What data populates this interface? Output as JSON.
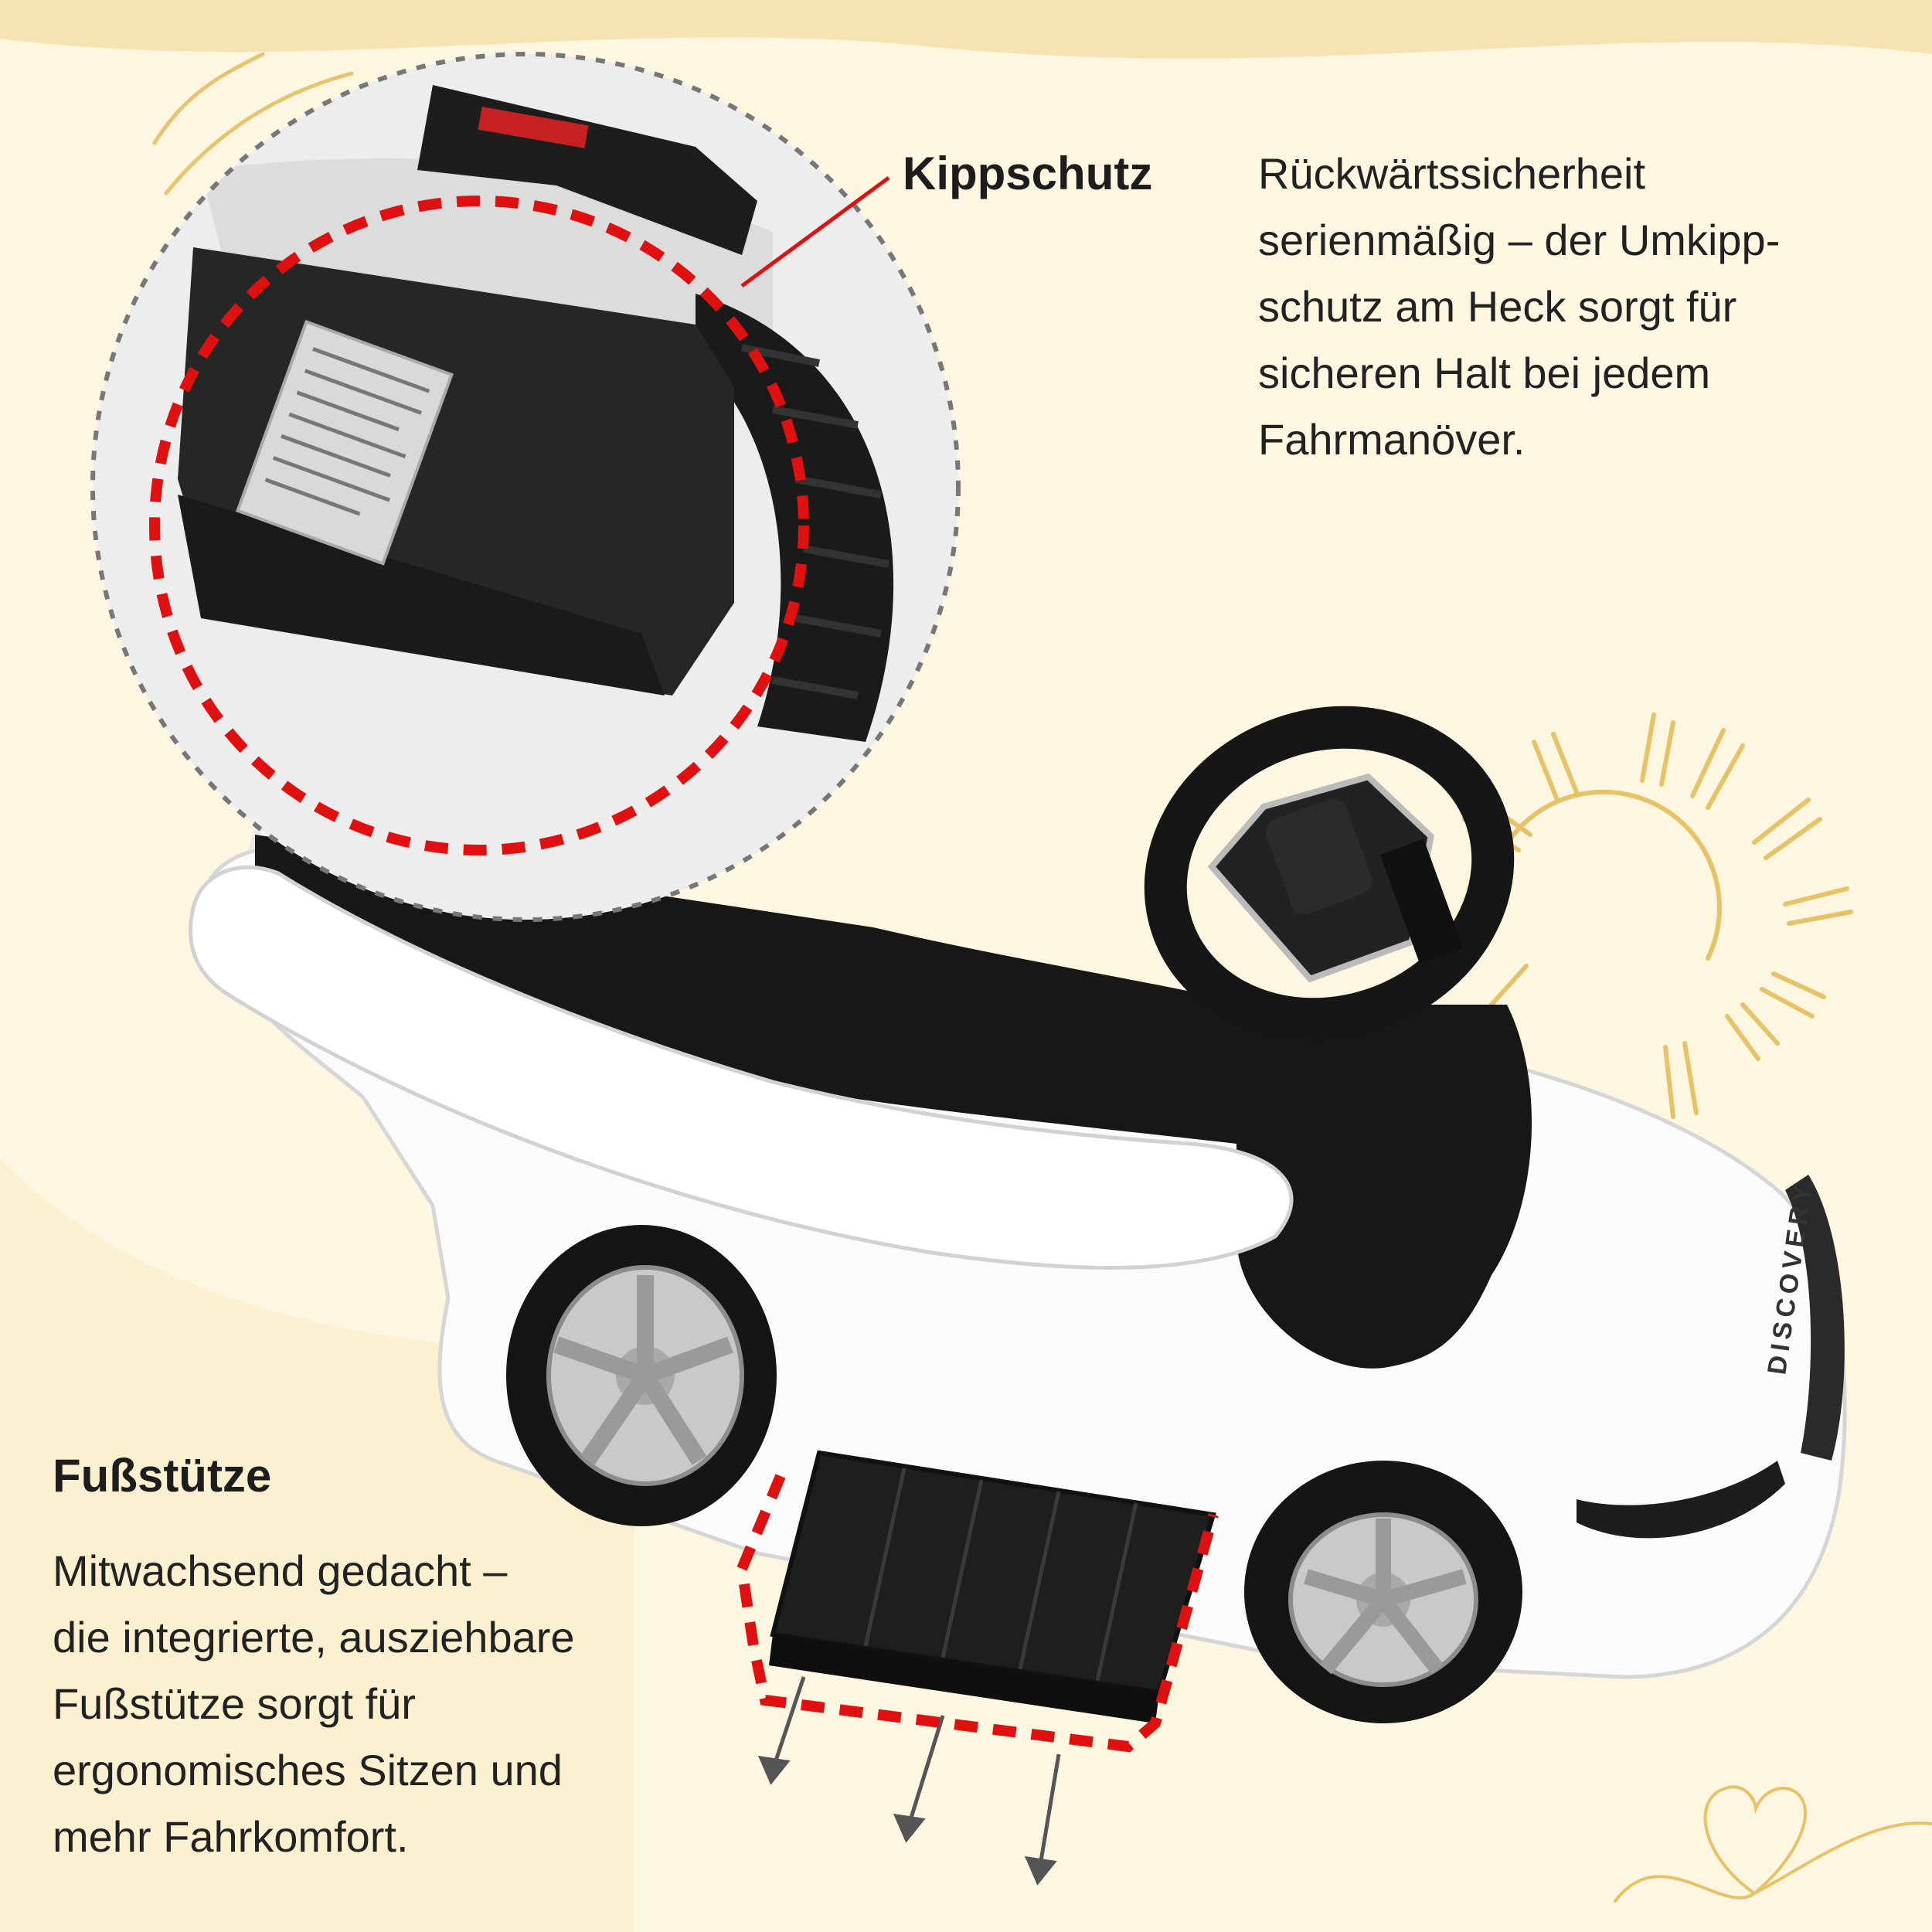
{
  "top_callout": {
    "label": "Kippschutz",
    "description_lines": [
      "Rückwärtssicherheit",
      "serienmäßig – der Umkipp-",
      "schutz am Heck sorgt für",
      "sicheren Halt bei jedem",
      "Fahrmanöver."
    ]
  },
  "bottom_callout": {
    "label": "Fußstütze",
    "description_lines": [
      "Mitwachsend gedacht –",
      "die integrierte, ausziehbare",
      "Fußstütze sorgt für",
      "ergonomisches Sitzen und",
      "mehr Fahrkomfort."
    ]
  },
  "product": {
    "badge_text": "DISCOVERY"
  },
  "colors": {
    "background": "#fdf6e0",
    "background_wave": "#f6e6b8",
    "highlight_dash": "#e01010",
    "sun": "#e8c266",
    "car_body": "#ffffff",
    "car_trim": "#1c1c1c"
  },
  "icons": [
    "sun-icon",
    "heart-icon",
    "motion-lines-icon",
    "down-arrow-icon"
  ]
}
